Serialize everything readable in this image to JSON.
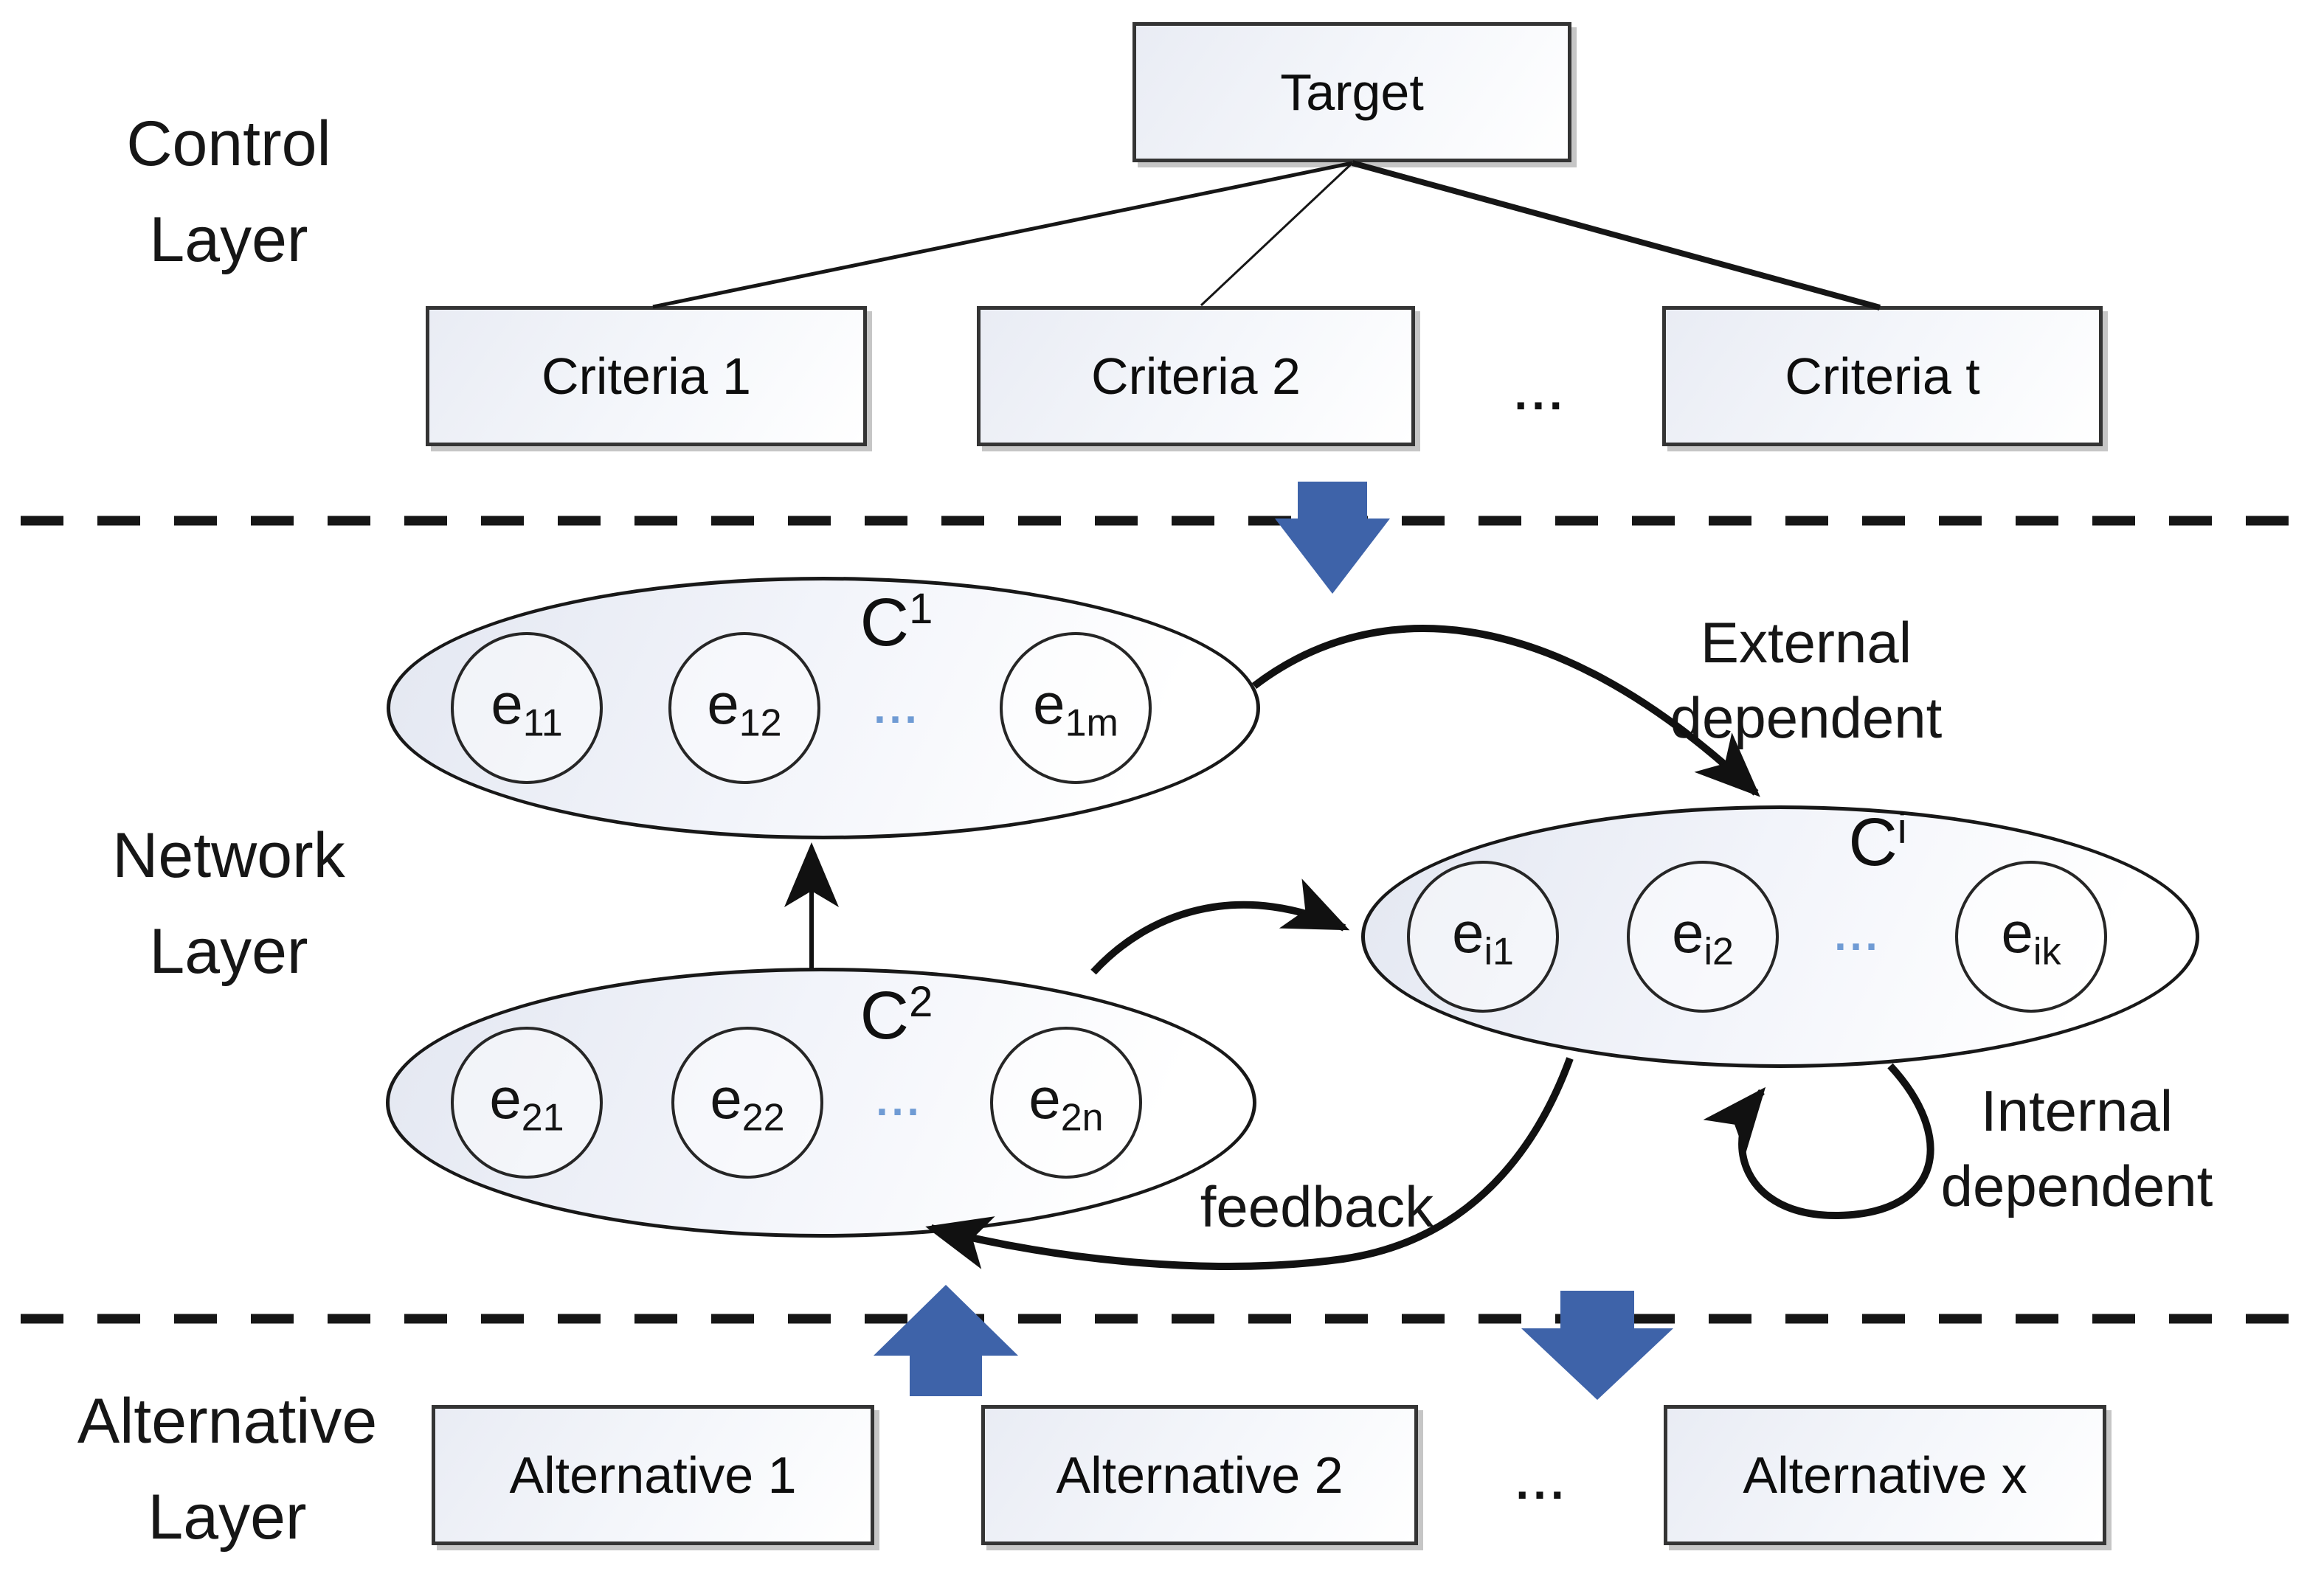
{
  "colors": {
    "arrow_blue": "#3e63a9",
    "ellipsis_blue": "#6f9bd4",
    "line_black": "#161616"
  },
  "layers": [
    {
      "id": "control",
      "lines": [
        "Control",
        "Layer"
      ]
    },
    {
      "id": "network",
      "lines": [
        "Network",
        "Layer"
      ]
    },
    {
      "id": "alternative",
      "lines": [
        "Alternative",
        "Layer"
      ]
    }
  ],
  "control": {
    "target": "Target",
    "criteria": [
      "Criteria 1",
      "Criteria 2",
      "...",
      "Criteria t"
    ]
  },
  "network": {
    "clusters": [
      {
        "name": "C",
        "sub": "1",
        "elements": [
          {
            "base": "e",
            "sub": "11"
          },
          {
            "base": "e",
            "sub": "12"
          },
          {
            "dots": "..."
          },
          {
            "base": "e",
            "sub": "1m"
          }
        ]
      },
      {
        "name": "C",
        "sub": "2",
        "elements": [
          {
            "base": "e",
            "sub": "21"
          },
          {
            "base": "e",
            "sub": "22"
          },
          {
            "dots": "..."
          },
          {
            "base": "e",
            "sub": "2n"
          }
        ]
      },
      {
        "name": "C",
        "sub": "i",
        "elements": [
          {
            "base": "e",
            "sub": "i1"
          },
          {
            "base": "e",
            "sub": "i2"
          },
          {
            "dots": "..."
          },
          {
            "base": "e",
            "sub": "ik"
          }
        ]
      }
    ],
    "annotations": {
      "external": [
        "External",
        "dependent"
      ],
      "internal": [
        "Internal",
        "dependent"
      ],
      "feedback": "feedback"
    }
  },
  "alternatives": [
    "Alternative 1",
    "Alternative 2",
    "...",
    "Alternative x"
  ]
}
